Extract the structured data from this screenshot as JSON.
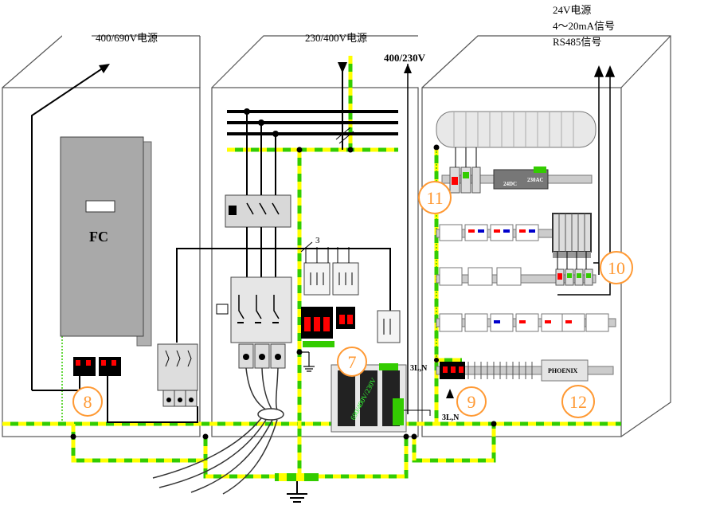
{
  "labels": {
    "supply_left": "400/690V电源",
    "supply_middle": "230/400V电源",
    "supply_tap": "400/230V",
    "signal_lines": [
      "24V电源",
      "4～20mA信号",
      "RS485信号"
    ],
    "fc": "FC",
    "conductor_count": "3",
    "lines_3ln_upper": "3L,N",
    "lines_3ln_lower": "3L,N",
    "psu_left": "24DC",
    "psu_right": "230AC",
    "filter_text": "690/400V/230V",
    "terminal_text": "PHOENIX"
  },
  "markers": [
    "7",
    "8",
    "9",
    "10",
    "11",
    "12"
  ],
  "colors": {
    "earth_green": "#33cc00",
    "earth_yellow": "#ffff00",
    "marker_orange": "#ff9933",
    "breaker_red": "#ff0000",
    "cabinet_line": "#555555"
  },
  "icons": [
    "arrow-up-icon",
    "arrow-down-icon",
    "ground-icon"
  ]
}
